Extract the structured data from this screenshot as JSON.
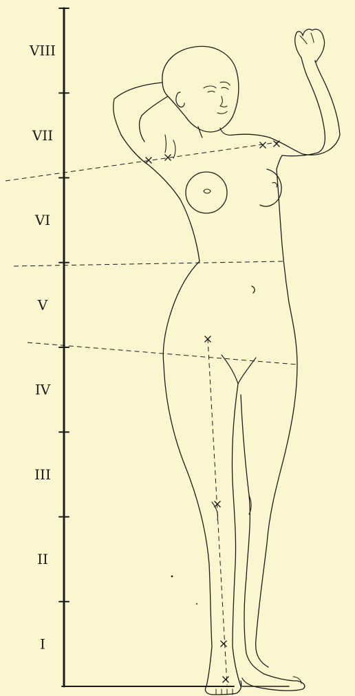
{
  "scale": {
    "units": [
      "I",
      "II",
      "III",
      "IV",
      "V",
      "VI",
      "VII",
      "VIII"
    ]
  },
  "colors": {
    "paper": "#fbf6cf",
    "ink": "#1a1a1a"
  }
}
